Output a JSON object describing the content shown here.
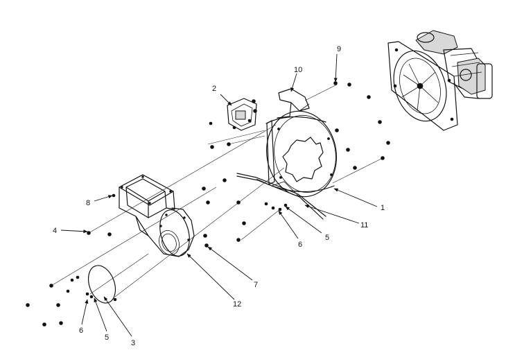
{
  "callouts": {
    "c1": "1",
    "c2": "2",
    "c3": "3",
    "c4": "4",
    "c5a": "5",
    "c5b": "5",
    "c6a": "6",
    "c6b": "6",
    "c7": "7",
    "c8": "8",
    "c9": "9",
    "c10": "10",
    "c11": "11",
    "c12": "12"
  }
}
